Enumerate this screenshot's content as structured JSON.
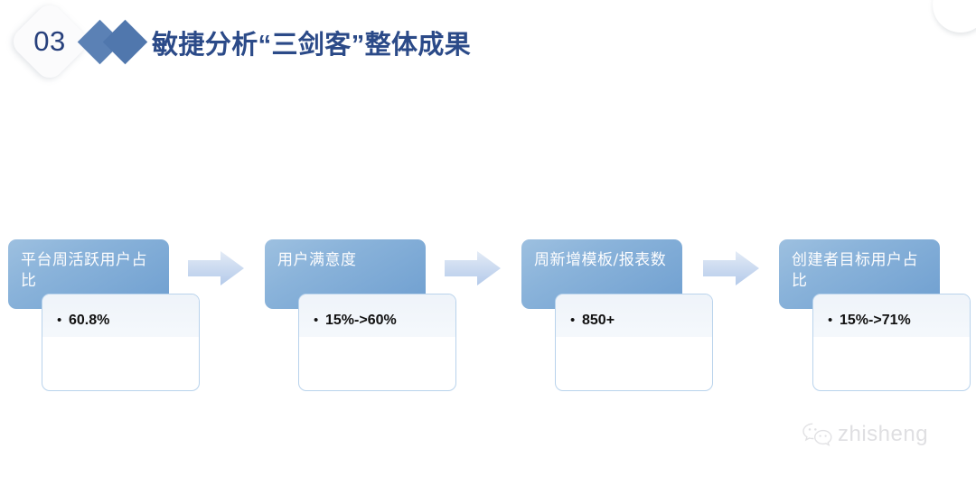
{
  "slide": {
    "number": "03",
    "title": "敏捷分析“三剑客”整体成果",
    "background_color": "#ffffff",
    "accent_color": "#5b81b5",
    "title_color": "#2b4a88"
  },
  "flow": {
    "arrow_icon": "right-arrow-icon",
    "cards": [
      {
        "header": "平台周活跃用户占比",
        "bullet_marker": "•",
        "bullet": "60.8%"
      },
      {
        "header": "用户满意度",
        "bullet_marker": "•",
        "bullet": "15%->60%"
      },
      {
        "header": "周新增模板/报表数",
        "bullet_marker": "•",
        "bullet": "850+"
      },
      {
        "header": "创建者目标用户占比",
        "bullet_marker": "•",
        "bullet": "15%->71%"
      }
    ]
  },
  "watermark": {
    "icon": "wechat-icon",
    "text": "zhisheng",
    "color": "#cfcfd3"
  }
}
